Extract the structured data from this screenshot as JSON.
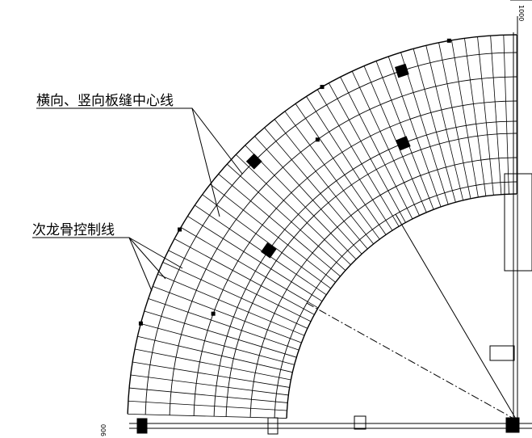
{
  "annotations": {
    "joint_centerline": "横向、竖向板缝中心线",
    "keel_control_line": "次龙骨控制线"
  },
  "dimensions": {
    "top_right": "1000",
    "bottom_left": "900"
  },
  "colors": {
    "line": "#000000",
    "background": "#ffffff"
  }
}
